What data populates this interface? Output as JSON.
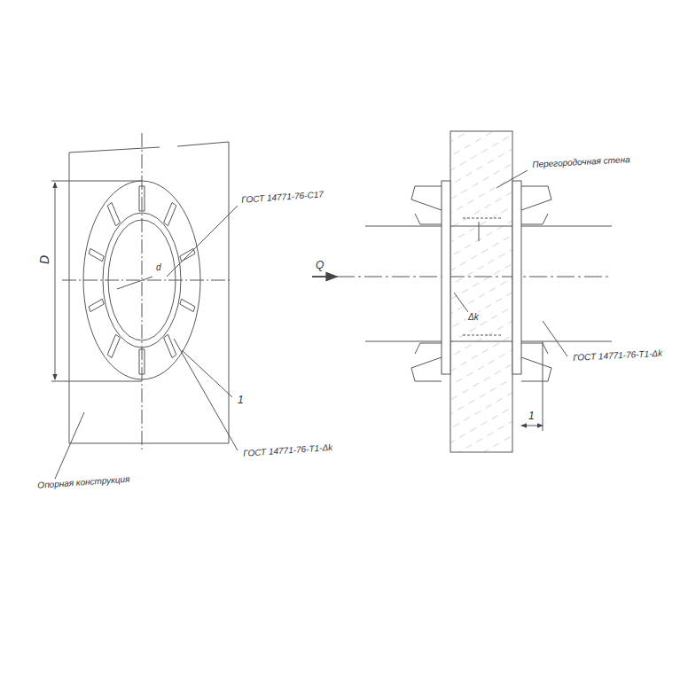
{
  "diagram": {
    "labels": [
      "D",
      "ГОСТ 14771-76-С17",
      "d",
      "1",
      "ГОСТ 14771-76-Т1-Δk",
      "Опорная конструкция",
      "Перегородочная стена",
      "Q",
      "Δk",
      "ГОСТ 14771-76-Т1-Δk",
      "1"
    ]
  }
}
